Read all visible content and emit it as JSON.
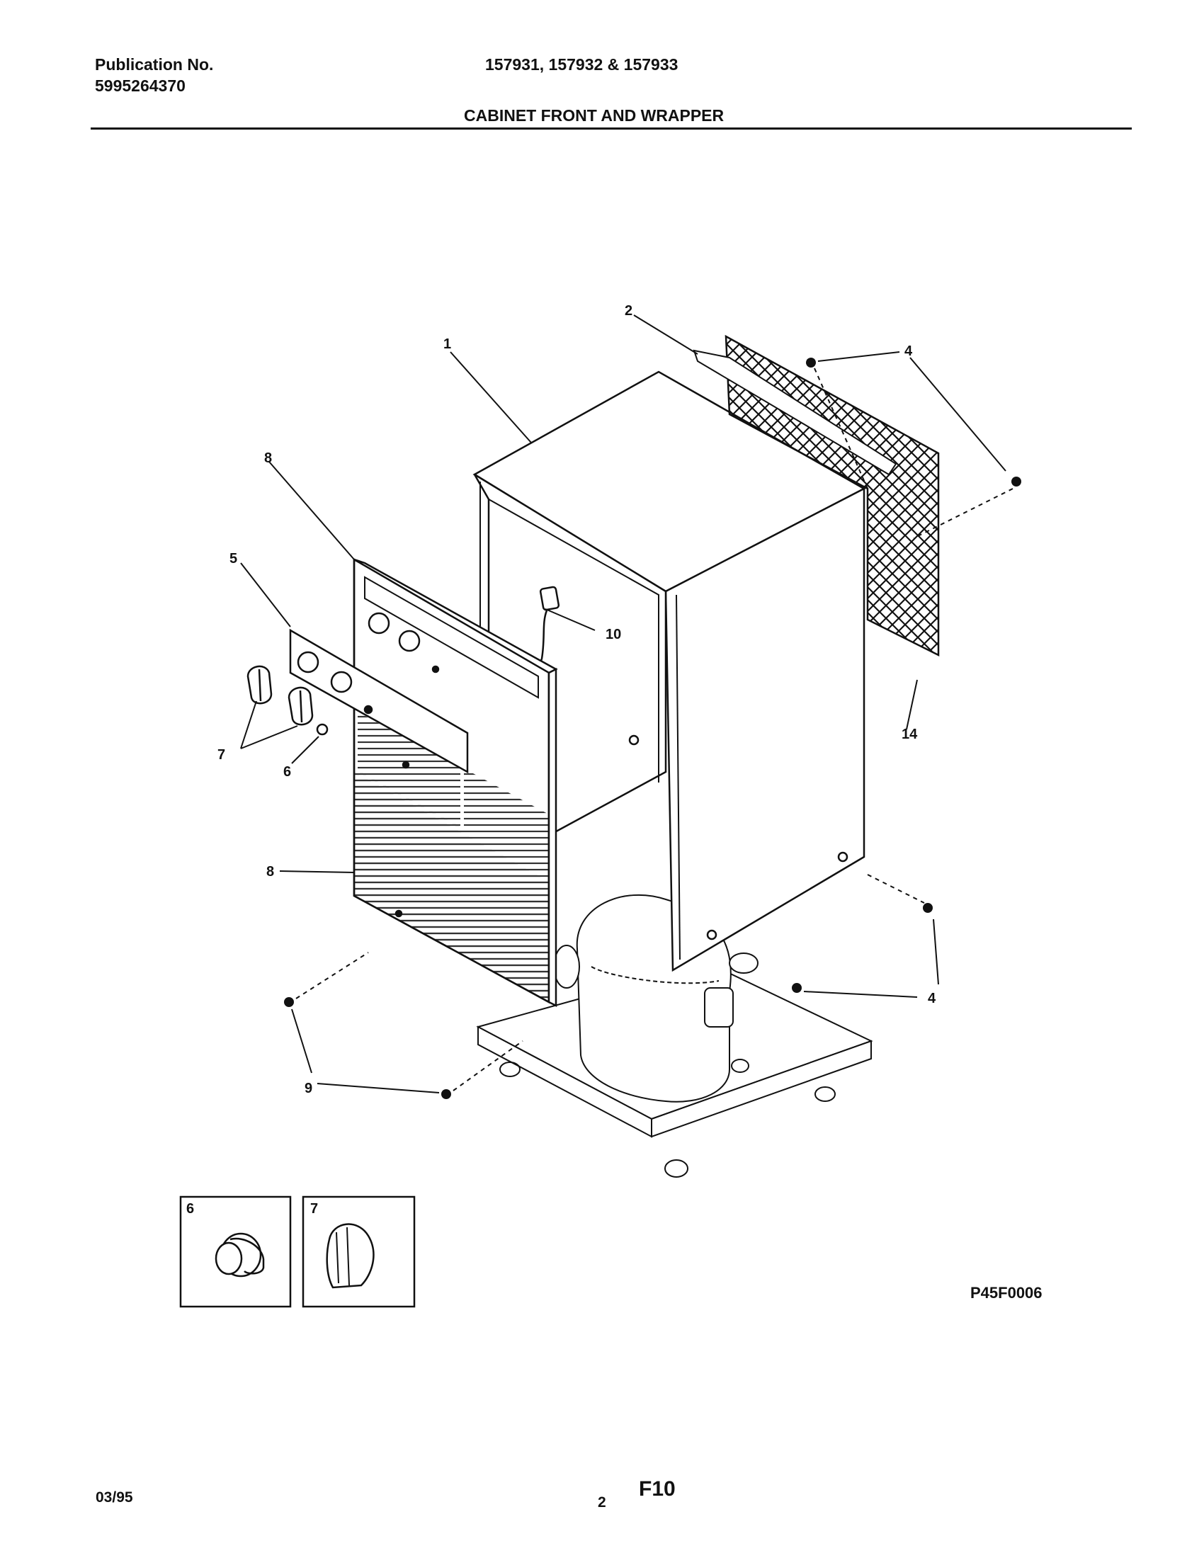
{
  "header": {
    "publication_label": "Publication No.",
    "publication_number": "5995264370",
    "models": "157931, 157932 & 157933",
    "section_title": "CABINET FRONT AND WRAPPER"
  },
  "callouts": {
    "c1": "1",
    "c2": "2",
    "c4a": "4",
    "c4b": "4",
    "c5": "5",
    "c6a": "6",
    "c6b": "6",
    "c7a": "7",
    "c7b": "7",
    "c8a": "8",
    "c8b": "8",
    "c9": "9",
    "c10": "10",
    "c14": "14"
  },
  "figure_id": "P45F0006",
  "footer": {
    "date": "03/95",
    "page": "2",
    "sheet_code": "F10"
  }
}
